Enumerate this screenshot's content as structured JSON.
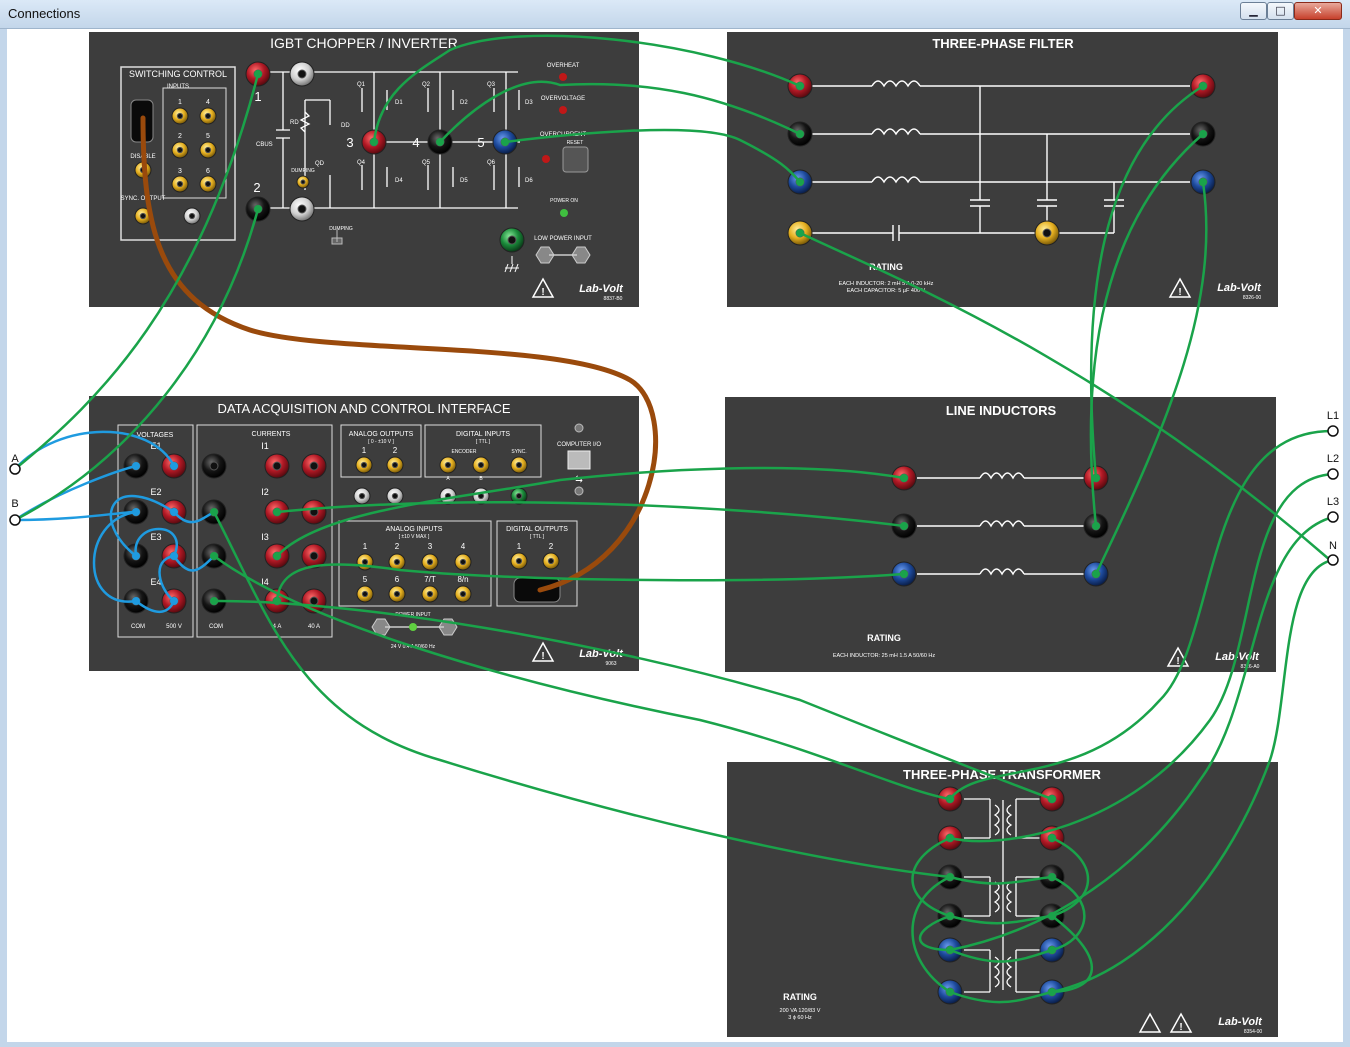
{
  "window": {
    "title": "Connections",
    "minimize_glyph": "▁",
    "maximize_glyph": "□",
    "close_glyph": "✕"
  },
  "external_terminals": {
    "a": "A",
    "b": "B",
    "l1": "L1",
    "l2": "L2",
    "l3": "L3",
    "n": "N"
  },
  "igbt": {
    "title": "IGBT CHOPPER / INVERTER",
    "switching_control": "SWITCHING CONTROL",
    "inputs": "INPUTS",
    "input_numbers": [
      "1",
      "2",
      "3",
      "4",
      "5",
      "6"
    ],
    "disable": "DISABLE",
    "sync_output": "SYNC. OUTPUT",
    "terminal_1": "1",
    "terminal_2": "2",
    "terminal_3": "3",
    "terminal_4": "4",
    "terminal_5": "5",
    "cbus": "CBUS",
    "rd": "RD",
    "dd": "DD",
    "qd": "QD",
    "dumping": "DUMPING",
    "q_labels": [
      "Q1",
      "Q2",
      "Q3",
      "Q4",
      "Q5",
      "Q6"
    ],
    "d_labels": [
      "D1",
      "D2",
      "D3",
      "D4",
      "D5",
      "D6"
    ],
    "overheat": "OVERHEAT",
    "overvoltage": "OVERVOLTAGE",
    "overcurrent": "OVERCURRENT",
    "reset": "RESET",
    "power_on": "POWER ON",
    "low_power_input": "LOW POWER INPUT",
    "brand": "Lab-Volt",
    "model": "8837-B0"
  },
  "filter": {
    "title": "THREE-PHASE FILTER",
    "rating": "RATING",
    "rating_line1": "EACH INDUCTOR: 2 mH   5 A   0-20 kHz",
    "rating_line2": "EACH CAPACITOR: 5 µF   400 V",
    "brand": "Lab-Volt",
    "model": "8326-00"
  },
  "daq": {
    "title": "DATA ACQUISITION AND CONTROL INTERFACE",
    "voltages": "VOLTAGES",
    "voltage_labels": [
      "E1",
      "E2",
      "E3",
      "E4"
    ],
    "com": "COM",
    "v_rating": "500 V",
    "currents": "CURRENTS",
    "current_labels": [
      "I1",
      "I2",
      "I3",
      "I4"
    ],
    "a_low": "4 A",
    "a_high": "40 A",
    "analog_outputs": "ANALOG OUTPUTS",
    "analog_outputs_range": "[ 0 - ±10 V ]",
    "ao_numbers": [
      "1",
      "2"
    ],
    "digital_inputs": "DIGITAL INPUTS",
    "ttl": "[ TTL ]",
    "encoder": "ENCODER",
    "sync": "SYNC.",
    "encoder_a": "A",
    "encoder_b": "B",
    "computer_io": "COMPUTER I/O",
    "analog_inputs": "ANALOG INPUTS",
    "analog_inputs_range": "[ ±10 V MAX ]",
    "ai_numbers": [
      "1",
      "2",
      "3",
      "4",
      "5",
      "6",
      "7/T",
      "8/n"
    ],
    "digital_outputs": "DIGITAL OUTPUTS",
    "do_ttl": "[ TTL ]",
    "do_numbers": [
      "1",
      "2"
    ],
    "power_input": "POWER INPUT",
    "power_rating": "24 V   0.4 A   50/60 Hz",
    "brand": "Lab-Volt",
    "model": "9063"
  },
  "line_inductors": {
    "title": "LINE INDUCTORS",
    "rating": "RATING",
    "rating_line": "EACH INDUCTOR: 25 mH   1.5 A   50/60 Hz",
    "brand": "Lab-Volt",
    "model": "8326-A0"
  },
  "transformer": {
    "title": "THREE-PHASE TRANSFORMER",
    "rating": "RATING",
    "rating_line1": "200 VA   120/83 V",
    "rating_line2": "3 ϕ   60 Hz",
    "brand": "Lab-Volt",
    "model": "8354-00"
  },
  "colors": {
    "panel": "#3d3d3d",
    "wire_green": "#1aa34a",
    "wire_blue": "#1f9be0",
    "wire_brown": "#9a4a0c",
    "jack_red": "#b01824",
    "jack_black": "#151515",
    "jack_blue": "#1d4a9c",
    "jack_yellow": "#e6b020",
    "jack_green": "#1a8a3a"
  }
}
